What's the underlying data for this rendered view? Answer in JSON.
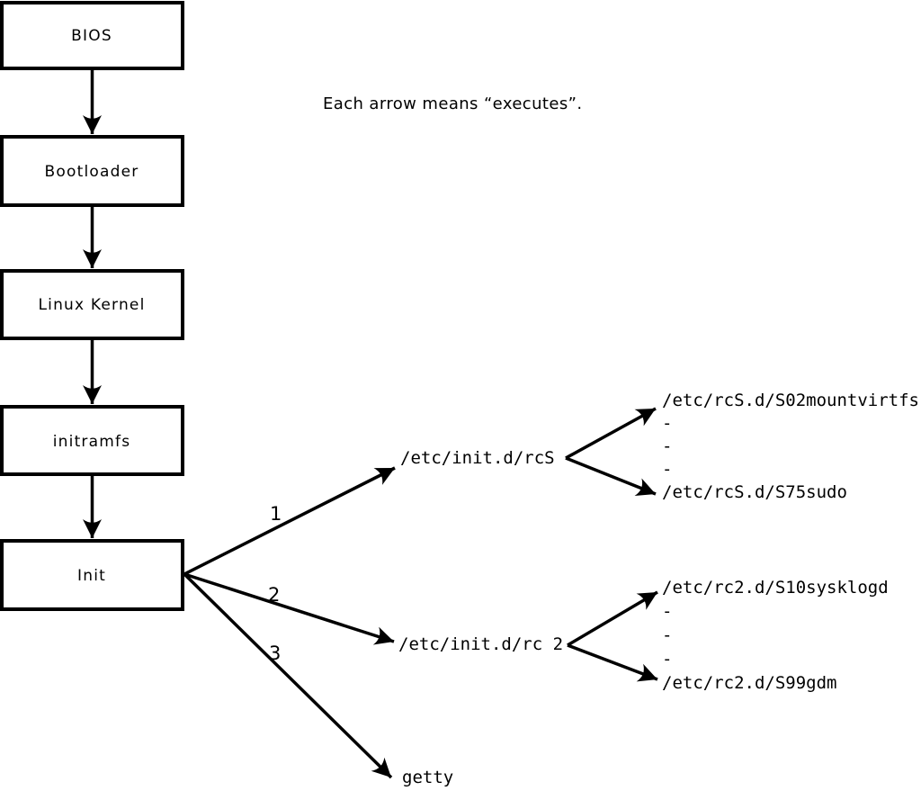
{
  "caption": "Each arrow means “executes”.",
  "flow_boxes": [
    {
      "label": "BIOS"
    },
    {
      "label": "Bootloader"
    },
    {
      "label": "Linux Kernel"
    },
    {
      "label": "initramfs"
    },
    {
      "label": "Init"
    }
  ],
  "branches": [
    {
      "number": "1",
      "label": "/etc/init.d/rcS",
      "scripts": [
        "/etc/rcS.d/S02mountvirtfs",
        "-",
        "-",
        "-",
        "/etc/rcS.d/S75sudo"
      ]
    },
    {
      "number": "2",
      "label": "/etc/init.d/rc 2",
      "scripts": [
        "/etc/rc2.d/S10sysklogd",
        "-",
        "-",
        "-",
        "/etc/rc2.d/S99gdm"
      ]
    },
    {
      "number": "3",
      "label": "getty",
      "scripts": []
    }
  ],
  "colors": {
    "line": "#000000",
    "text": "#000000",
    "box_fill": "#ffffff",
    "background": "#ffffff"
  }
}
